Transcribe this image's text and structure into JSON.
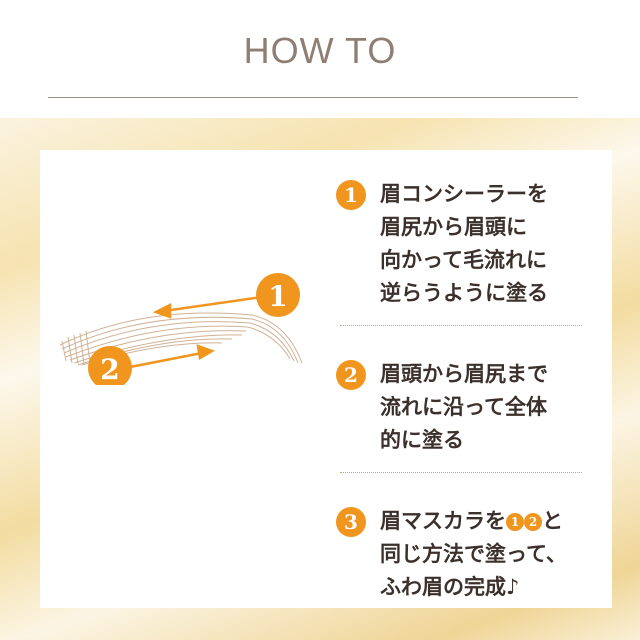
{
  "header": {
    "title": "HOW TO"
  },
  "illustration": {
    "markers": [
      "1",
      "2"
    ]
  },
  "steps": [
    {
      "number": "1",
      "lines": [
        "眉コンシーラーを",
        "眉尻から眉頭に",
        "向かって毛流れに",
        "逆らうように塗る"
      ]
    },
    {
      "number": "2",
      "lines": [
        "眉頭から眉尻まで",
        "流れに沿って全体",
        "的に塗る"
      ]
    },
    {
      "number": "3",
      "lines": [
        "眉マスカラを",
        "と",
        "同じ方法で塗って、",
        "ふわ眉の完成♪"
      ],
      "refs": [
        "1",
        "2"
      ]
    }
  ],
  "colors": {
    "accent": "#f0961e",
    "text": "#3b302b",
    "brow": "#c8a584"
  }
}
